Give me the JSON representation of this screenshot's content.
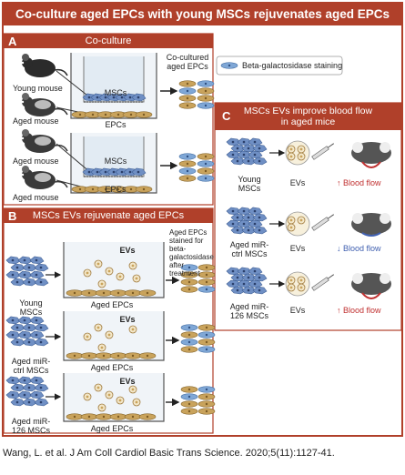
{
  "title": "Co-culture aged EPCs with young MSCs rejuvenates aged EPCs",
  "panels": {
    "A": {
      "letter": "A",
      "heading": "Co-culture",
      "young_mouse": "Young mouse",
      "aged_mouse": "Aged mouse",
      "aged_mouse2": "Aged mouse",
      "aged_mouse3": "Aged mouse",
      "mscs": "MSCs",
      "epcs": "EPCs",
      "mscs2": "MSCs",
      "epcs2": "EPCs",
      "cocultured_line1": "Co-cultured",
      "cocultured_line2": "aged EPCs",
      "legend": "Beta-galactosidase staining"
    },
    "B": {
      "letter": "B",
      "heading": "MSCs EVs rejuvenate aged EPCs",
      "stained_lines": [
        "Aged EPCs",
        "stained for beta-",
        "galactosidase",
        "after treatment"
      ],
      "young_mscs": [
        "Young",
        "MSCs"
      ],
      "ctrl_mscs": [
        "Aged miR-",
        "ctrl MSCs"
      ],
      "mir126_mscs": [
        "Aged miR-",
        "126 MSCs"
      ],
      "evs": "EVs",
      "aged_epcs": "Aged EPCs"
    },
    "C": {
      "letter": "C",
      "heading_line1": "MSCs EVs improve blood flow",
      "heading_line2": "in aged mice",
      "young_mscs": [
        "Young",
        "MSCs"
      ],
      "ctrl_mscs": [
        "Aged miR-",
        "ctrl MSCs"
      ],
      "mir126_mscs": [
        "Aged miR-",
        "126 MSCs"
      ],
      "evs": "EVs",
      "blood_flow": "Blood flow",
      "arrows": [
        "↑",
        "↓",
        "↑"
      ]
    }
  },
  "citation": "Wang, L. et al. J Am Coll Cardiol Basic Trans Science. 2020;5(11):1127-41.",
  "colors": {
    "accent": "#b0402a",
    "epc_tan": "#c9a35c",
    "epc_blue": "#7fa7d6",
    "msc_blue": "#6f8fc4",
    "vesicle": "#c9a35c"
  }
}
